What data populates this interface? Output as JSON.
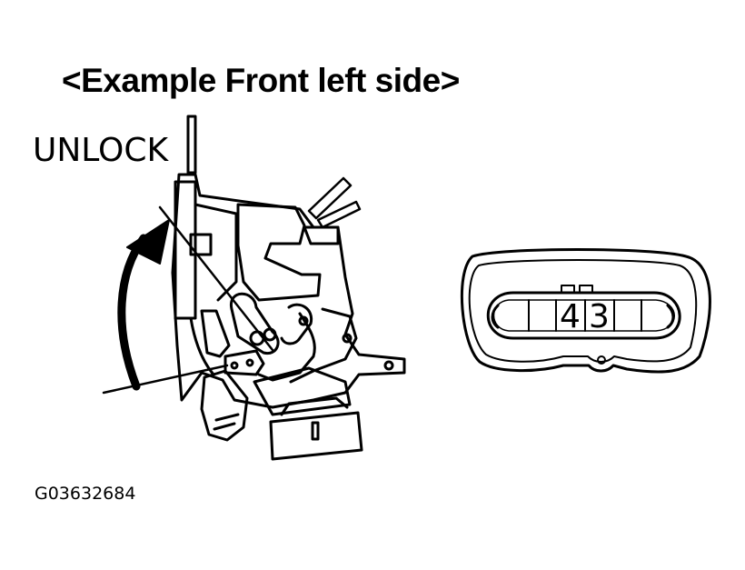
{
  "diagram": {
    "title": "<Example Front left side>",
    "direction_label": "UNLOCK",
    "figure_code": "G03632684",
    "connector": {
      "pins": [
        "4",
        "3"
      ]
    }
  }
}
